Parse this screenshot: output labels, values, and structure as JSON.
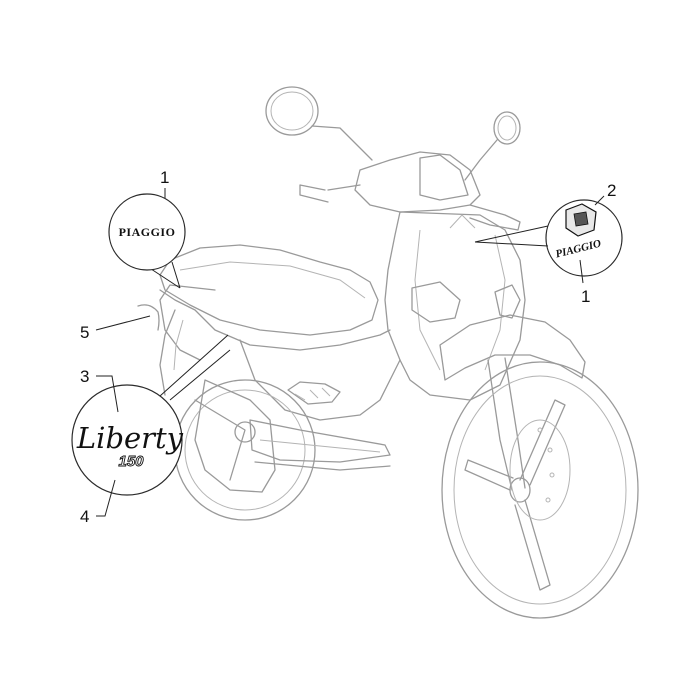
{
  "callouts": {
    "c1_top_left": "1",
    "c2_right": "2",
    "c1_right": "1",
    "c3": "3",
    "c4": "4",
    "c5": "5"
  },
  "decals": {
    "piaggio_text": "PIAGGIO",
    "piaggio_right_text": "PIAGGIO",
    "model_name": "Liberty",
    "model_number": "150"
  },
  "colors": {
    "line_art": "#9a9a9a",
    "callout": "#222222",
    "background": "#ffffff"
  }
}
